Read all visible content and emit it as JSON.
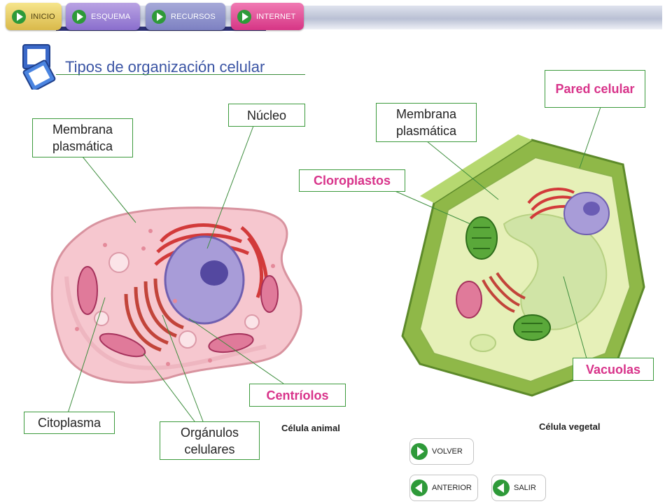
{
  "nav": {
    "tabs": [
      {
        "label": "INICIO"
      },
      {
        "label": "ESQUEMA"
      },
      {
        "label": "RECURSOS"
      },
      {
        "label": "INTERNET"
      }
    ]
  },
  "title": "Tipos de organización celular",
  "animal_cell": {
    "caption": "Célula animal",
    "labels": {
      "membrana": "Membrana plasmática",
      "nucleo": "Núcleo",
      "citoplasma": "Citoplasma",
      "organulos": "Orgánulos celulares",
      "centriolos": "Centríolos"
    }
  },
  "plant_cell": {
    "caption": "Célula vegetal",
    "labels": {
      "pared": "Pared celular",
      "membrana": "Membrana plasmática",
      "cloroplastos": "Cloroplastos",
      "vacuolas": "Vacuolas"
    }
  },
  "bottom_nav": {
    "volver": "VOLVER",
    "anterior": "ANTERIOR",
    "salir": "SALIR"
  },
  "colors": {
    "title": "#3a54a4",
    "label_border": "#3c9a3c",
    "highlight_label": "#d8338a",
    "nav_button": "#2e9a39"
  }
}
